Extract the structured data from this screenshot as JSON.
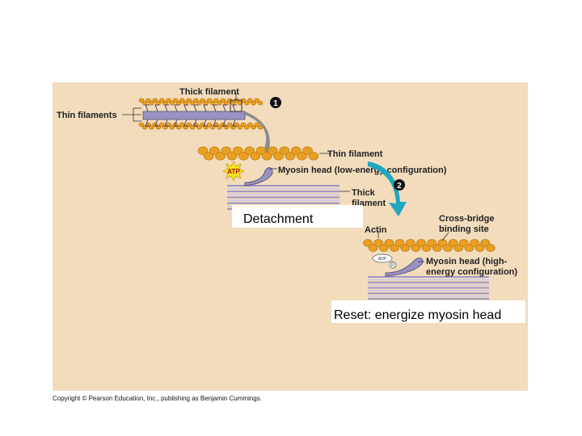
{
  "colors": {
    "panel": "#f2dcbc",
    "actin": "#e8a020",
    "actin_dark": "#b86e10",
    "myosin": "#9a92c2",
    "myosin_dark": "#4a4470",
    "arrow_gray": "#8c8c8c",
    "arrow_teal": "#1fa8c0",
    "atp_star": "#f5e21a"
  },
  "step1": {
    "number": "1",
    "thick_filament_label": "Thick filament",
    "thin_filaments_label": "Thin filaments"
  },
  "step2": {
    "number": "2",
    "thin_filament_label": "Thin filament",
    "myosin_head_low_label": "Myosin head (low-energy configuration)",
    "atp_label": "ATP",
    "thick_label_line1": "Thick",
    "thick_label_line2": "filament",
    "caption": "Detachment"
  },
  "step3": {
    "actin_label": "Actin",
    "binding_site_line1": "Cross-bridge",
    "binding_site_line2": "binding site",
    "adp_label": "ADP",
    "pi_label": "P",
    "pi_sub": "i",
    "myosin_head_high_line1": "Myosin head (high-",
    "myosin_head_high_line2": "energy configuration)",
    "caption": "Reset: energize myosin head"
  },
  "footer": {
    "copyright": "Copyright © Pearson Education, Inc., publishing as Benjamin Cummings."
  }
}
